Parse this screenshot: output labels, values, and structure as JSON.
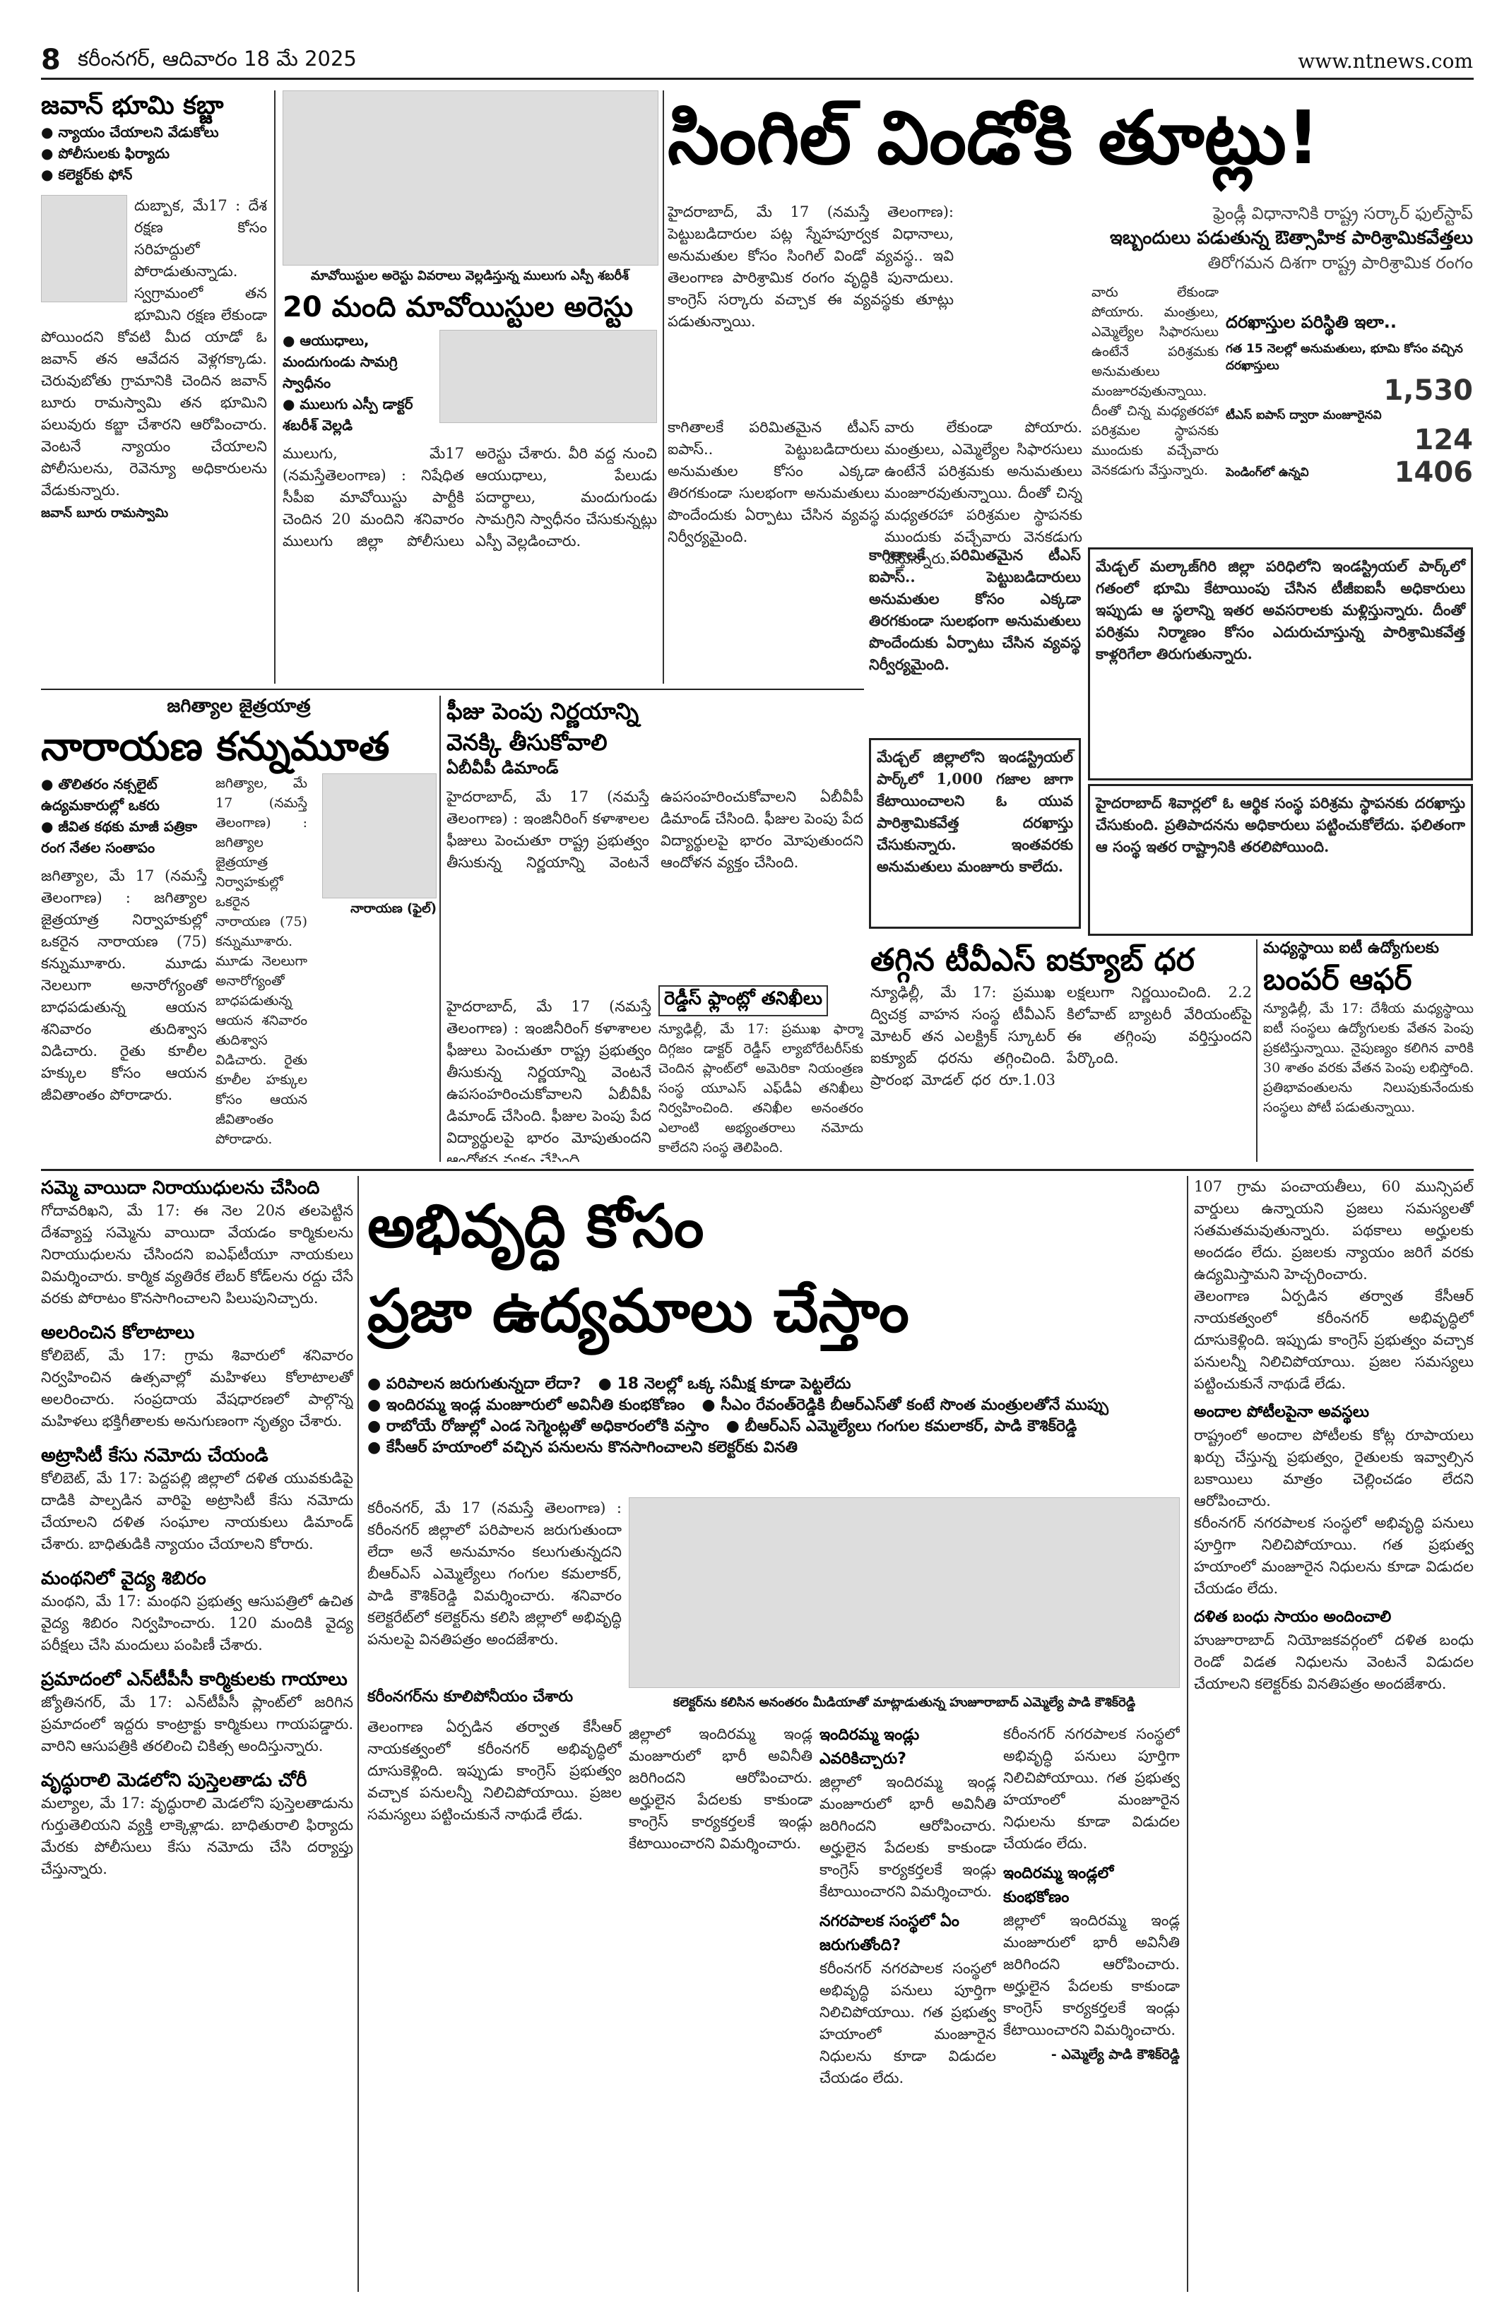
{
  "masthead": {
    "page_number": "8",
    "dateline": "కరీంనగర్, ఆదివారం 18 మే 2025",
    "website": "www.ntnews.com"
  },
  "jawan": {
    "headline": "జవాన్ భూమి కబ్జా",
    "bullets": [
      "న్యాయం చేయాలని వేడుకోలు",
      "పోలీసులకు ఫిర్యాదు",
      "కలెక్టర్‌కు ఫోన్"
    ],
    "body": "దుబ్బాక, మే17 : దేశ రక్షణ కోసం సరిహద్దులో పోరాడుతున్నాడు. స్వగ్రామంలో తన భూమిని రక్షణ లేకుండా పోయిందని కోవటి మీద యాడో ఓ జవాన్ తన ఆవేదన వెళ్లగక్కాడు. చెరువుబోతు గ్రామానికి చెందిన జవాన్ బూరు రామస్వామి తన భూమిని పలువురు కబ్జా చేశారని ఆరోపించారు. వెంటనే న్యాయం చేయాలని పోలీసులను, రెవెన్యూ అధికారులను వేడుకున్నారు.",
    "caption": "జవాన్ బూరు రామస్వామి"
  },
  "maoists": {
    "kicker": "మావోయిస్టుల అరెస్టు వివరాలు వెల్లడిస్తున్న ములుగు ఎస్పీ శబరీశ్",
    "headline": "20 మంది మావోయిస్టుల అరెస్టు",
    "bullets": [
      "ఆయుధాలు, మందుగుండు సామగ్రి స్వాధీనం",
      "ములుగు ఎస్పీ డాక్టర్ శబరీశ్ వెల్లడి"
    ],
    "body": "ములుగు, మే17 (నమస్తేతెలంగాణ) : నిషేధిత సీపీఐ మావోయిస్టు పార్టీకి చెందిన 20 మందిని శనివారం ములుగు జిల్లా పోలీసులు అరెస్టు చేశారు. వీరి వద్ద నుంచి ఆయుధాలు, పేలుడు పదార్థాలు, మందుగుండు సామగ్రిని స్వాధీనం చేసుకున్నట్లు ఎస్పీ వెల్లడించారు."
  },
  "single_window": {
    "headline": "సింగిల్ విండోకి తూట్లు!",
    "deck": [
      "ఫ్రెండ్లీ విధానానికి రాష్ట్ర సర్కార్ ఫుల్‌స్టాప్",
      "ఇబ్బందులు పడుతున్న ఔత్సాహిక పారిశ్రామికవేత్తలు",
      "తిరోగమన దిశగా రాష్ట్ర పారిశ్రామిక రంగం"
    ],
    "body_1": "హైదరాబాద్, మే 17 (నమస్తే తెలంగాణ): పెట్టుబడిదారుల పట్ల స్నేహపూర్వక విధానాలు, అనుమతుల కోసం సింగిల్ విండో వ్యవస్థ.. ఇవి తెలంగాణ పారిశ్రామిక రంగం వృద్ధికి పునాదులు. కాంగ్రెస్ సర్కారు వచ్చాక ఈ వ్యవస్థకు తూట్లు పడుతున్నాయి.",
    "body_2": "కాగితాలకే పరిమితమైన టీఎస్ ఐపాస్.. పెట్టుబడిదారులు అనుమతుల కోసం ఎక్కడా తిరగకుండా సులభంగా అనుమతులు పొందేందుకు ఏర్పాటు చేసిన వ్యవస్థ నిర్వీర్యమైంది.",
    "body_3": "వారు లేకుండా పోయారు. మంత్రులు, ఎమ్మెల్యేల సిఫారసులు ఉంటేనే పరిశ్రమకు అనుమతులు మంజూరవుతున్నాయి. దీంతో చిన్న మధ్యతరహా పరిశ్రమల స్థాపనకు ముందుకు వచ్చేవారు వెనకడుగు వేస్తున్నారు.",
    "stats_title": "దరఖాస్తుల పరిస్థితి ఇలా..",
    "stats": [
      {
        "label": "గత 15 నెలల్లో అనుమతులు, భూమి కోసం వచ్చిన దరఖాస్తులు",
        "value": "1,530"
      },
      {
        "label": "టీఎస్ ఐపాస్ ద్వారా మంజూరైనవి",
        "value": "124"
      },
      {
        "label": "పెండింగ్‌లో ఉన్నవి",
        "value": "1406"
      }
    ],
    "box_1": "మేడ్చల్ మల్కాజ్‌గిరి జిల్లా పరిధిలోని ఇండస్ట్రియల్ పార్క్‌లో గతంలో భూమి కేటాయింపు చేసిన టీజీఐఐసీ అధికారులు ఇప్పుడు ఆ స్థలాన్ని ఇతర అవసరాలకు మళ్లిస్తున్నారు. దీంతో పరిశ్రమ నిర్మాణం కోసం ఎదురుచూస్తున్న పారిశ్రామికవేత్త కాళ్లరిగేలా తిరుగుతున్నారు.",
    "box_2": "మేడ్చల్ జిల్లాలోని ఇండస్ట్రియల్ పార్క్‌లో 1,000 గజాల జాగా కేటాయించాలని ఓ యువ పారిశ్రామికవేత్త దరఖాస్తు చేసుకున్నారు. ఇంతవరకు అనుమతులు మంజూరు కాలేదు.",
    "box_3": "హైదరాబాద్ శివార్లలో ఓ ఆర్థిక సంస్థ పరిశ్రమ స్థాపనకు దరఖాస్తు చేసుకుంది. ప్రతిపాదనను అధికారులు పట్టించుకోలేదు. ఫలితంగా ఆ సంస్థ ఇతర రాష్ట్రానికి తరలిపోయింది."
  },
  "jagtial": {
    "kicker": "జగిత్యాల జైత్రయాత్ర",
    "headline": "నారాయణ కన్నుమూత",
    "bullets": [
      "తొలితరం నక్సలైట్ ఉద్యమకారుల్లో ఒకరు",
      "జీవిత కథకు మాజీ పత్రికా రంగ నేతల సంతాపం"
    ],
    "body": "జగిత్యాల, మే 17 (నమస్తే తెలంగాణ) : జగిత్యాల జైత్రయాత్ర నిర్వాహకుల్లో ఒకరైన నారాయణ (75) కన్నుమూశారు. మూడు నెలలుగా అనారోగ్యంతో బాధపడుతున్న ఆయన శనివారం తుదిశ్వాస విడిచారు. రైతు కూలీల హక్కుల కోసం ఆయన జీవితాంతం పోరాడారు.",
    "caption": "నారాయణ (ఫైల్)"
  },
  "fee": {
    "headline": "ఫీజు పెంపు నిర్ణయాన్ని వెనక్కి తీసుకోవాలి",
    "sub": "ఏబీవీపీ డిమాండ్",
    "body": "హైదరాబాద్, మే 17 (నమస్తే తెలంగాణ) : ఇంజినీరింగ్ కళాశాలల ఫీజులు పెంచుతూ రాష్ట్ర ప్రభుత్వం తీసుకున్న నిర్ణయాన్ని వెంటనే ఉపసంహరించుకోవాలని ఏబీవీపీ డిమాండ్ చేసింది. ఫీజుల పెంపు పేద విద్యార్థులపై భారం మోపుతుందని ఆందోళన వ్యక్తం చేసింది."
  },
  "redees": {
    "headline": "రెడ్డీస్ ఫ్లాంట్లో తనిఖీలు",
    "body": "న్యూఢిల్లీ, మే 17: ప్రముఖ ఫార్మా దిగ్గజం డాక్టర్ రెడ్డీస్ ల్యాబోరేటరీస్‌కు చెందిన ప్లాంట్‌లో అమెరికా నియంత్రణ సంస్థ యూఎస్ ఎఫ్‌డీఏ తనిఖీలు నిర్వహించింది. తనిఖీల అనంతరం ఎలాంటి అభ్యంతరాలు నమోదు కాలేదని సంస్థ తెలిపింది."
  },
  "tvs": {
    "headline": "తగ్గిన టీవీఎస్ ఐక్యూబ్ ధర",
    "body": "న్యూఢిల్లీ, మే 17: ప్రముఖ ద్విచక్ర వాహన సంస్థ టీవీఎస్ మోటర్ తన ఎలక్ట్రిక్ స్కూటర్ ఐక్యూబ్ ధరను తగ్గించింది. ప్రారంభ మోడల్ ధర రూ.1.03 లక్షలుగా నిర్ణయించింది. 2.2 కిలోవాట్ బ్యాటరీ వేరియంట్‌పై ఈ తగ్గింపు వర్తిస్తుందని పేర్కొంది."
  },
  "it": {
    "kicker": "మధ్యస్థాయి ఐటీ ఉద్యోగులకు",
    "headline": "బంపర్ ఆఫర్",
    "body": "న్యూఢిల్లీ, మే 17: దేశీయ మధ్యస్థాయి ఐటీ సంస్థలు ఉద్యోగులకు వేతన పెంపు ప్రకటిస్తున్నాయి. నైపుణ్యం కలిగిన వారికి 30 శాతం వరకు వేతన పెంపు లభిస్తోంది. ప్రతిభావంతులను నిలుపుకునేందుకు సంస్థలు పోటీ పడుతున్నాయి."
  },
  "left_col": [
    {
      "headline": "సమ్మె వాయిదా నిరాయుధులను చేసింది",
      "body": "గోదావరిఖని, మే 17: ఈ నెల 20న తలపెట్టిన దేశవ్యాప్త సమ్మెను వాయిదా వేయడం కార్మికులను నిరాయుధులను చేసిందని ఐఎఫ్‌టీయూ నాయకులు విమర్శించారు. కార్మిక వ్యతిరేక లేబర్ కోడ్‌లను రద్దు చేసే వరకు పోరాటం కొనసాగించాలని పిలుపునిచ్చారు."
    },
    {
      "headline": "అలరించిన కోలాటాలు",
      "body": "కోలిబెట్, మే 17: గ్రామ శివారులో శనివారం నిర్వహించిన ఉత్సవాల్లో మహిళలు కోలాటాలతో అలరించారు. సంప్రదాయ వేషధారణలో పాల్గొన్న మహిళలు భక్తిగీతాలకు అనుగుణంగా నృత్యం చేశారు."
    },
    {
      "headline": "అట్రాసిటీ కేసు నమోదు చేయండి",
      "body": "కోలిబెట్, మే 17: పెద్దపల్లి జిల్లాలో దళిత యువకుడిపై దాడికి పాల్పడిన వారిపై అట్రాసిటీ కేసు నమోదు చేయాలని దళిత సంఘాల నాయకులు డిమాండ్ చేశారు. బాధితుడికి న్యాయం చేయాలని కోరారు."
    },
    {
      "headline": "మంథనిలో వైద్య శిబిరం",
      "body": "మంథని, మే 17: మంథని ప్రభుత్వ ఆసుపత్రిలో ఉచిత వైద్య శిబిరం నిర్వహించారు. 120 మందికి వైద్య పరీక్షలు చేసి మందులు పంపిణీ చేశారు."
    },
    {
      "headline": "ప్రమాదంలో ఎన్‌టీపీసీ కార్మికులకు గాయాలు",
      "body": "జ్యోతినగర్, మే 17: ఎన్‌టీపీసీ ప్లాంట్‌లో జరిగిన ప్రమాదంలో ఇద్దరు కాంట్రాక్టు కార్మికులు గాయపడ్డారు. వారిని ఆసుపత్రికి తరలించి చికిత్స అందిస్తున్నారు."
    },
    {
      "headline": "వృద్ధురాలి మెడలోని పుస్తెలతాడు చోరీ",
      "body": "మల్యాల, మే 17: వృద్ధురాలి మెడలోని పుస్తెలతాడును గుర్తుతెలియని వ్యక్తి లాక్కెళ్లాడు. బాధితురాలి ఫిర్యాదు మేరకు పోలీసులు కేసు నమోదు చేసి దర్యాప్తు చేస్తున్నారు."
    }
  ],
  "development": {
    "headline_1": "అభివృద్ధి కోసం",
    "headline_2": "ప్రజా ఉద్యమాలు చేస్తాం",
    "bullets": [
      "పరిపాలన జరుగుతున్నదా లేదా?",
      "18 నెలల్లో ఒక్క సమీక్ష కూడా పెట్టలేదు",
      "ఇందిరమ్మ ఇండ్ల మంజూరులో అవినీతి కుంభకోణం",
      "సీఎం రేవంత్‌రెడ్డికి బీఆర్‌ఎస్‌తో కంటే సొంత మంత్రులతోనే ముప్పు",
      "రాబోయే రోజుల్లో ఎండ సెగ్మెంట్లతో అధికారంలోకి వస్తాం",
      "బీఆర్‌ఎస్ ఎమ్మెల్యేలు గంగుల కమలాకర్, పాడి కౌశిక్‌రెడ్డి",
      "కేసీఆర్ హయాంలో వచ్చిన పనులను కొనసాగించాలని కలెక్టర్‌కు వినతి"
    ],
    "body_lead": "కరీంనగర్, మే 17 (నమస్తే తెలంగాణ) : కరీంనగర్ జిల్లాలో పరిపాలన జరుగుతుందా లేదా అనే అనుమానం కలుగుతున్నదని బీఆర్‌ఎస్ ఎమ్మెల్యేలు గంగుల కమలాకర్, పాడి కౌశిక్‌రెడ్డి విమర్శించారు. శనివారం కలెక్టరేట్‌లో కలెక్టర్‌ను కలిసి జిల్లాలో అభివృద్ధి పనులపై వినతిపత్రం అందజేశారు.",
    "subhead_1": "కరీంనగర్‌ను కూలిపోనీయం చేశారు",
    "body_2": "తెలంగాణ ఏర్పడిన తర్వాత కేసీఆర్ నాయకత్వంలో కరీంనగర్ అభివృద్ధిలో దూసుకెళ్లింది. ఇప్పుడు కాంగ్రెస్ ప్రభుత్వం వచ్చాక పనులన్నీ నిలిచిపోయాయి. ప్రజల సమస్యలు పట్టించుకునే నాథుడే లేడు.",
    "photo_caption": "కలెక్టర్‌ను కలిసిన అనంతరం మీడియాతో మాట్లాడుతున్న హుజూరాబాద్ ఎమ్మెల్యే పాడి కౌశిక్‌రెడ్డి",
    "subhead_2": "ఇందిరమ్మ ఇండ్లు ఎవరికిచ్చారు?",
    "body_3": "జిల్లాలో ఇందిరమ్మ ఇండ్ల మంజూరులో భారీ అవినీతి జరిగిందని ఆరోపించారు. అర్హులైన పేదలకు కాకుండా కాంగ్రెస్ కార్యకర్తలకే ఇండ్లు కేటాయించారని విమర్శించారు.",
    "subhead_3": "నగరపాలక సంస్థలో ఏం జరుగుతోంది?",
    "body_4": "కరీంనగర్ నగరపాలక సంస్థలో అభివృద్ధి పనులు పూర్తిగా నిలిచిపోయాయి. గత ప్రభుత్వ హయాంలో మంజూరైన నిధులను కూడా విడుదల చేయడం లేదు.",
    "subhead_4": "ఇందిరమ్మ ఇండ్లలో కుంభకోణం",
    "quote_attr": "- ఎమ్మెల్యే పాడి కౌశిక్‌రెడ్డి",
    "body_5": "107 గ్రామ పంచాయతీలు, 60 మున్సిపల్ వార్డులు ఉన్నాయని ప్రజలు సమస్యలతో సతమతమవుతున్నారు. పథకాలు అర్హులకు అందడం లేదు. ప్రజలకు న్యాయం జరిగే వరకు ఉద్యమిస్తామని హెచ్చరించారు.",
    "subhead_5": "అందాల పోటీలపైనా అవస్థలు",
    "body_6": "రాష్ట్రంలో అందాల పోటీలకు కోట్ల రూపాయలు ఖర్చు చేస్తున్న ప్రభుత్వం, రైతులకు ఇవ్వాల్సిన బకాయిలు మాత్రం చెల్లించడం లేదని ఆరోపించారు.",
    "subhead_6": "దళిత బంధు సాయం అందించాలి",
    "body_7": "హుజూరాబాద్ నియోజకవర్గంలో దళిత బంధు రెండో విడత నిధులను వెంటనే విడుదల చేయాలని కలెక్టర్‌కు వినతిపత్రం అందజేశారు."
  }
}
